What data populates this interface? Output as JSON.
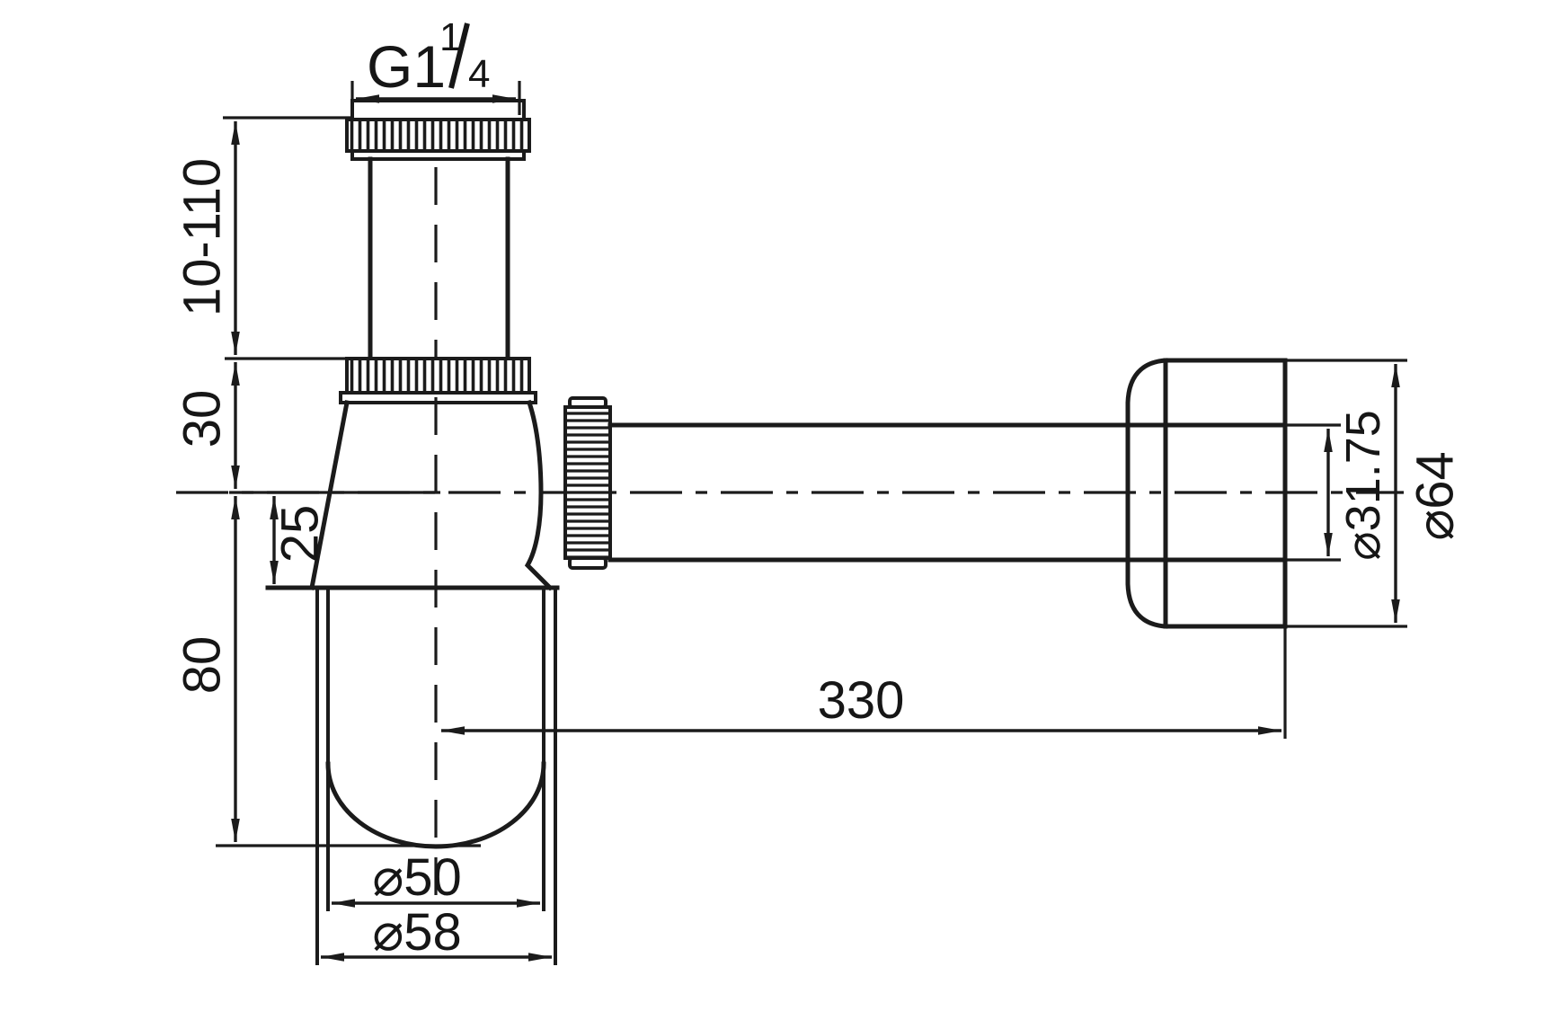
{
  "drawing": {
    "kind": "technical-dimension-drawing",
    "subject": "bottle-trap-siphon",
    "style": {
      "line_color": "#1b1b1b",
      "background": "#ffffff"
    }
  },
  "labels": {
    "thread_prefix": "G1",
    "thread_numerator": "1",
    "thread_denominator": "4",
    "inlet_adjust_height": "10-110",
    "body_top_to_centerline": "30",
    "centerline_to_cup_lip": "25",
    "centerline_to_cup_bottom": "80",
    "cup_inner_diameter": "⌀50",
    "cup_outer_diameter": "⌀58",
    "outlet_tube_length": "330",
    "outlet_tube_diameter": "⌀31.75",
    "wall_flange_diameter": "⌀64"
  }
}
